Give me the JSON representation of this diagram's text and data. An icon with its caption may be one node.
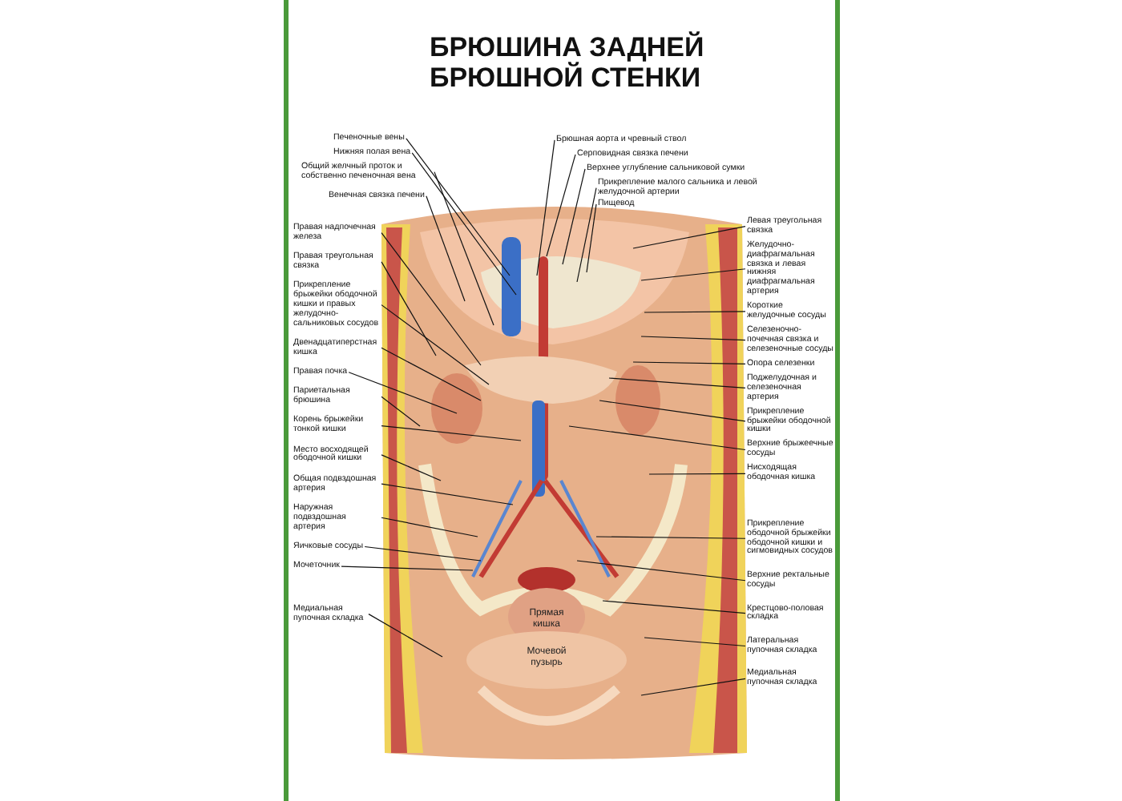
{
  "diagram": {
    "title": "БРЮШИНА ЗАДНЕЙ БРЮШНОЙ СТЕНКИ",
    "nodes": [
      {
        "text": [
          "Печеночные вены"
        ]
      },
      {
        "text": [
          "Нижняя полая вена"
        ]
      },
      {
        "text": [
          "Общий желчный проток и собственно печеночная вена"
        ]
      },
      {
        "text": [
          "Венечная связка печени"
        ]
      },
      {
        "text": [
          "Правая надпочечная железа"
        ]
      },
      {
        "text": [
          "Правая треугольная связка"
        ]
      },
      {
        "text": [
          "Прикрепление брыжейки ободочной кишки и правых желудочно-сальниковых сосудов"
        ]
      },
      {
        "text": [
          "Двенадцатиперстная кишка"
        ]
      },
      {
        "text": [
          "Правая почка"
        ]
      },
      {
        "text": [
          "Париетальная брюшина"
        ]
      },
      {
        "text": [
          "Корень брыжейки тонкой кишки"
        ]
      },
      {
        "text": [
          "Место восходящей ободочной кишки"
        ]
      },
      {
        "text": [
          "Общая подвздошная артерия"
        ]
      },
      {
        "text": [
          "Наружная подвздошная артерия"
        ]
      },
      {
        "text": [
          "Яичковые сосуды"
        ]
      },
      {
        "text": [
          "Мочеточник"
        ]
      },
      {
        "text": [
          "Медиальная пупочная складка"
        ]
      },
      {
        "text": [
          "Брюшная аорта и чревный ствол"
        ]
      },
      {
        "text": [
          "Серповидная связка печени"
        ]
      },
      {
        "text": [
          "Верхнее углубление сальниковой сумки"
        ]
      },
      {
        "text": [
          "Прикрепление малого сальника и левой желудочной артерии"
        ]
      },
      {
        "text": [
          "Пищевод"
        ]
      },
      {
        "text": [
          "Левая треугольная связка"
        ]
      },
      {
        "text": [
          "Желудочно-диафрагмальная связка и левая нижняя диафрагмальная артерия"
        ]
      },
      {
        "text": [
          "Короткие желудочные сосуды"
        ]
      },
      {
        "text": [
          "Селезеночно-почечная связка и селезеночные сосуды"
        ]
      },
      {
        "text": [
          "Опора селезенки"
        ]
      },
      {
        "text": [
          "Поджелудочная и селезеночная артерия"
        ]
      },
      {
        "text": [
          "Прикрепление брыжейки ободочной кишки"
        ]
      },
      {
        "text": [
          "Верхние брыжеечные сосуды"
        ]
      },
      {
        "text": [
          "Нисходящая ободочная кишка"
        ]
      },
      {
        "text": [
          "Прикрепление ободочной брыжейки ободочной кишки и сигмовидных сосудов"
        ]
      },
      {
        "text": [
          "Верхние ректальные сосуды"
        ]
      },
      {
        "text": [
          "Крестцово-половая складка"
        ]
      },
      {
        "text": [
          "Латеральная пупочная складка"
        ]
      },
      {
        "text": [
          "Медиальная пупочная складка"
        ]
      }
    ],
    "edges": [
      {
        "from": 0,
        "to": null,
        "arrow": "none"
      },
      {
        "from": 1,
        "to": null,
        "arrow": "none"
      },
      {
        "from": 2,
        "to": null,
        "arrow": "none"
      },
      {
        "from": 3,
        "to": null,
        "arrow": "none"
      },
      {
        "from": 4,
        "to": null,
        "arrow": "none"
      },
      {
        "from": 5,
        "to": null,
        "arrow": "none"
      },
      {
        "from": 6,
        "to": null,
        "arrow": "none"
      },
      {
        "from": 7,
        "to": null,
        "arrow": "none"
      },
      {
        "from": 8,
        "to": null,
        "arrow": "none"
      },
      {
        "from": 9,
        "to": null,
        "arrow": "none"
      },
      {
        "from": 10,
        "to": null,
        "arrow": "none"
      },
      {
        "from": 11,
        "to": null,
        "arrow": "none"
      },
      {
        "from": 12,
        "to": null,
        "arrow": "none"
      },
      {
        "from": 13,
        "to": null,
        "arrow": "none"
      },
      {
        "from": 14,
        "to": null,
        "arrow": "none"
      },
      {
        "from": 15,
        "to": null,
        "arrow": "none"
      },
      {
        "from": 16,
        "to": null,
        "arrow": "none"
      },
      {
        "from": 17,
        "to": null,
        "arrow": "none"
      },
      {
        "from": 18,
        "to": null,
        "arrow": "none"
      },
      {
        "from": 19,
        "to": null,
        "arrow": "none"
      },
      {
        "from": 20,
        "to": null,
        "arrow": "none"
      },
      {
        "from": 21,
        "to": null,
        "arrow": "none"
      },
      {
        "from": 22,
        "to": null,
        "arrow": "none"
      },
      {
        "from": 23,
        "to": null,
        "arrow": "none"
      },
      {
        "from": 24,
        "to": null,
        "arrow": "none"
      },
      {
        "from": 25,
        "to": null,
        "arrow": "none"
      },
      {
        "from": 26,
        "to": null,
        "arrow": "none"
      },
      {
        "from": 27,
        "to": null,
        "arrow": "none"
      },
      {
        "from": 28,
        "to": null,
        "arrow": "none"
      },
      {
        "from": 29,
        "to": null,
        "arrow": "none"
      },
      {
        "from": 30,
        "to": null,
        "arrow": "none"
      },
      {
        "from": 31,
        "to": null,
        "arrow": "none"
      },
      {
        "from": 32,
        "to": null,
        "arrow": "none"
      },
      {
        "from": 33,
        "to": null,
        "arrow": "none"
      },
      {
        "from": 34,
        "to": null,
        "arrow": "none"
      },
      {
        "from": 35,
        "to": null,
        "arrow": "none"
      }
    ],
    "labels": [
      "Прямая кишка",
      "Мочевой пузырь"
    ]
  }
}
